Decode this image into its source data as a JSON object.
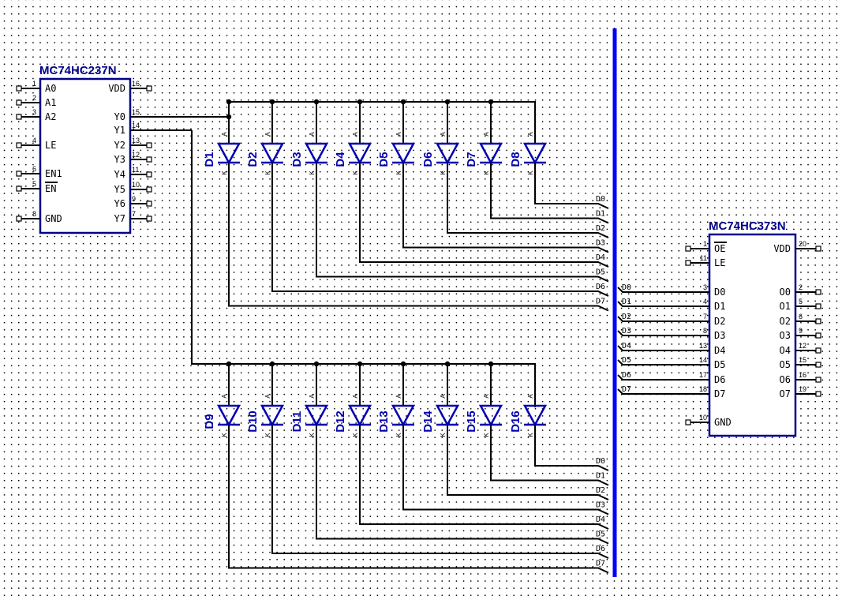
{
  "decoder": {
    "part": "MC74HC237N",
    "left_pins": [
      {
        "num": "1",
        "name": "A0"
      },
      {
        "num": "2",
        "name": "A1"
      },
      {
        "num": "3",
        "name": "A2"
      },
      {
        "num": "4",
        "name": "LE"
      },
      {
        "num": "6",
        "name": "EN1"
      },
      {
        "num": "5",
        "name": "EN",
        "overbar": true
      },
      {
        "num": "8",
        "name": "GND"
      }
    ],
    "right_pins": [
      {
        "num": "16",
        "name": "VDD"
      },
      {
        "num": "15",
        "name": "Y0"
      },
      {
        "num": "14",
        "name": "Y1"
      },
      {
        "num": "13",
        "name": "Y2"
      },
      {
        "num": "12",
        "name": "Y3"
      },
      {
        "num": "11",
        "name": "Y4"
      },
      {
        "num": "10",
        "name": "Y5"
      },
      {
        "num": "9",
        "name": "Y6"
      },
      {
        "num": "7",
        "name": "Y7"
      }
    ]
  },
  "latch": {
    "part": "MC74HC373N",
    "left_pins": [
      {
        "num": "1",
        "name": "OE",
        "overbar": true
      },
      {
        "num": "11",
        "name": "LE"
      },
      {
        "num": "3",
        "name": "D0"
      },
      {
        "num": "4",
        "name": "D1"
      },
      {
        "num": "7",
        "name": "D2"
      },
      {
        "num": "8",
        "name": "D3"
      },
      {
        "num": "13",
        "name": "D4"
      },
      {
        "num": "14",
        "name": "D5"
      },
      {
        "num": "17",
        "name": "D6"
      },
      {
        "num": "18",
        "name": "D7"
      },
      {
        "num": "10",
        "name": "GND"
      }
    ],
    "right_pins": [
      {
        "num": "20",
        "name": "VDD"
      },
      {
        "num": "2",
        "name": "O0"
      },
      {
        "num": "5",
        "name": "O1"
      },
      {
        "num": "6",
        "name": "O2"
      },
      {
        "num": "9",
        "name": "O3"
      },
      {
        "num": "12",
        "name": "O4"
      },
      {
        "num": "15",
        "name": "O5"
      },
      {
        "num": "16",
        "name": "O6"
      },
      {
        "num": "19",
        "name": "O7"
      }
    ]
  },
  "diodes_upper": [
    "D1",
    "D2",
    "D3",
    "D4",
    "D5",
    "D6",
    "D7",
    "D8"
  ],
  "diodes_lower": [
    "D9",
    "D10",
    "D11",
    "D12",
    "D13",
    "D14",
    "D15",
    "D16"
  ],
  "anode_label": "A",
  "cathode_label": "K",
  "bus_nets_upper": [
    "D7",
    "D6",
    "D5",
    "D4",
    "D3",
    "D2",
    "D1",
    "D0"
  ],
  "bus_nets_lower": [
    "D7",
    "D6",
    "D5",
    "D4",
    "D3",
    "D2",
    "D1",
    "D0"
  ],
  "bus_nets_latch": [
    "D0",
    "D1",
    "D2",
    "D3",
    "D4",
    "D5",
    "D6",
    "D7"
  ],
  "colors": {
    "bus": "#0000ff",
    "component": "#00008b",
    "wire": "#000000"
  }
}
